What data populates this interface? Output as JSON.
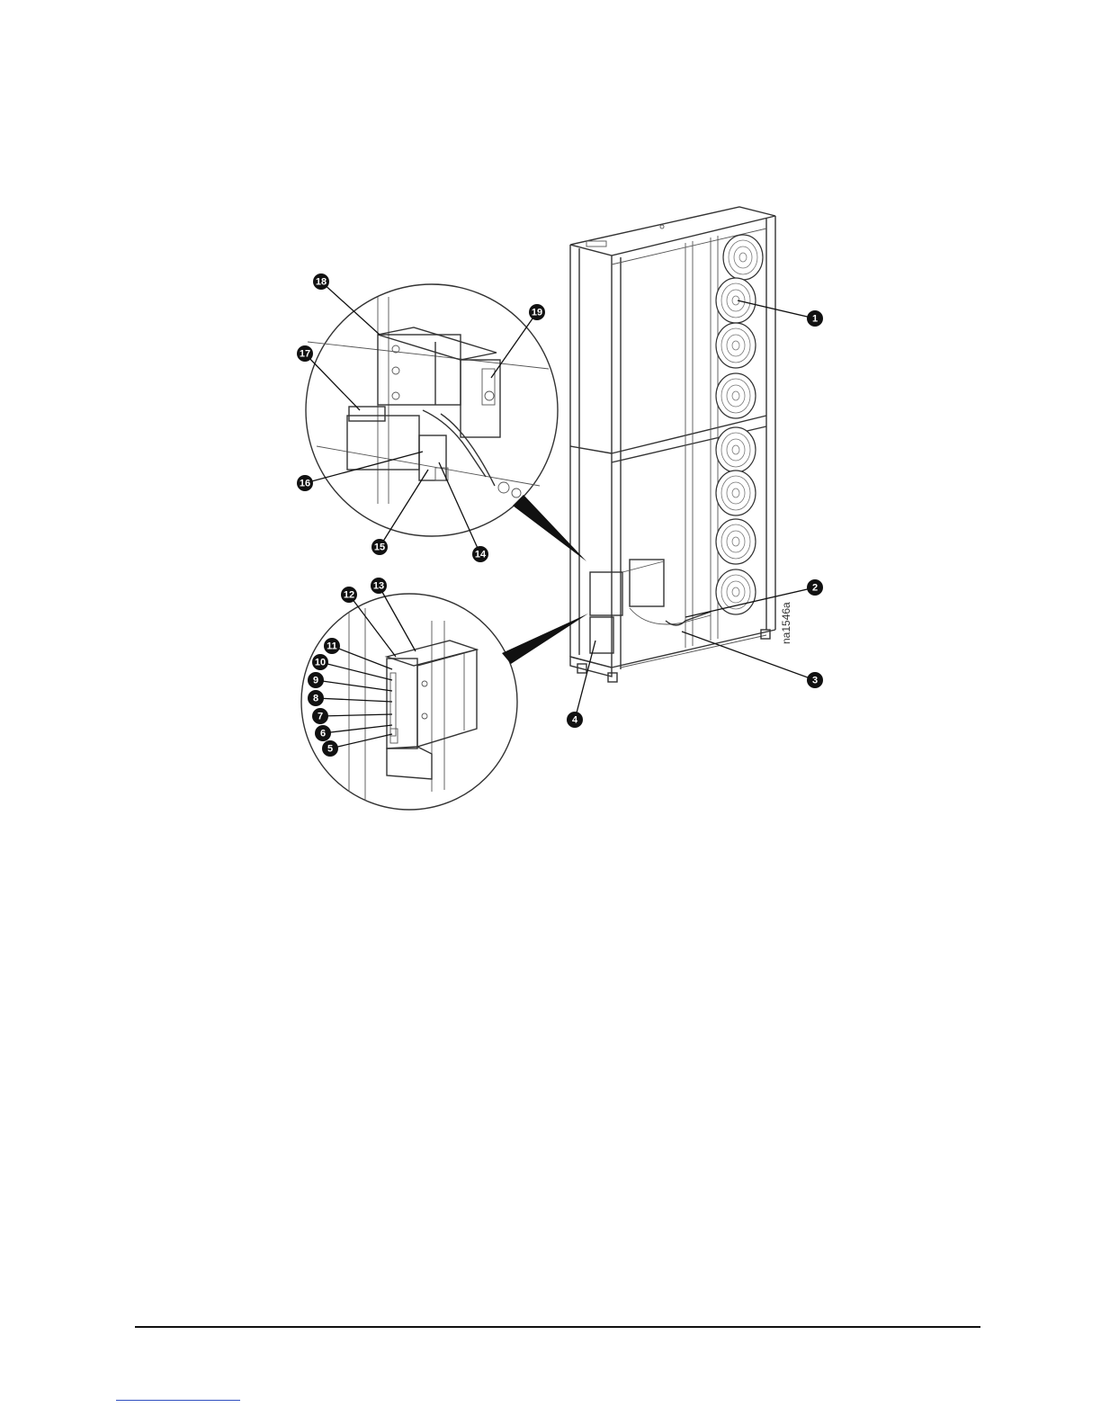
{
  "figure": {
    "drawing_id": "na1546a",
    "callouts": [
      {
        "n": "1"
      },
      {
        "n": "2"
      },
      {
        "n": "3"
      },
      {
        "n": "4"
      },
      {
        "n": "5"
      },
      {
        "n": "6"
      },
      {
        "n": "7"
      },
      {
        "n": "8"
      },
      {
        "n": "9"
      },
      {
        "n": "10"
      },
      {
        "n": "11"
      },
      {
        "n": "12"
      },
      {
        "n": "13"
      },
      {
        "n": "14"
      },
      {
        "n": "15"
      },
      {
        "n": "16"
      },
      {
        "n": "17"
      },
      {
        "n": "18"
      },
      {
        "n": "19"
      }
    ]
  },
  "colors": {
    "line": "#333333",
    "callout": "#111111",
    "link": "#2f4fbf"
  }
}
